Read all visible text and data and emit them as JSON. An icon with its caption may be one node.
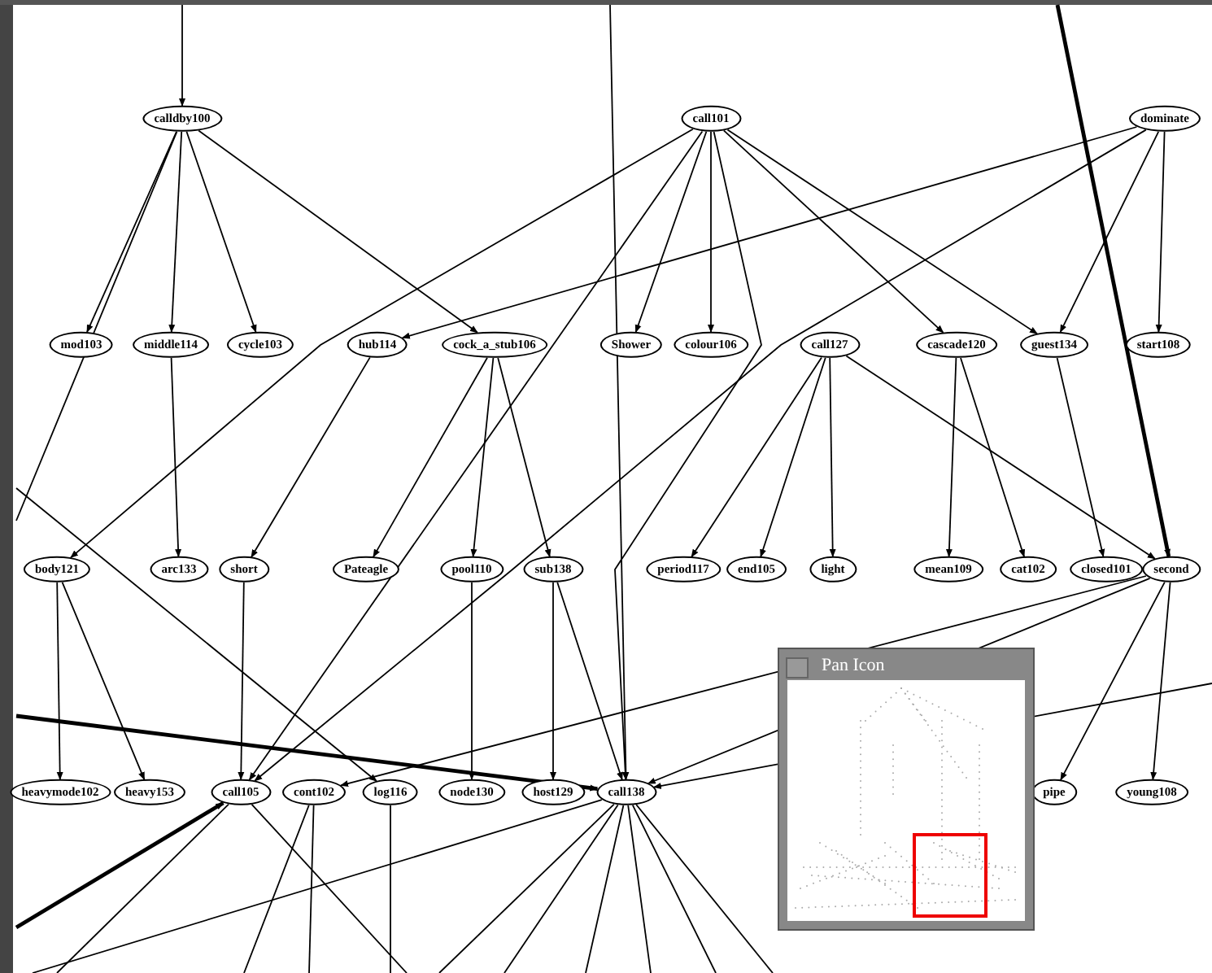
{
  "diagram": {
    "nodes": [
      {
        "text": [
          "calldby100"
        ]
      },
      {
        "text": [
          "call101"
        ]
      },
      {
        "text": [
          "dominate"
        ]
      },
      {
        "text": [
          "mod103"
        ]
      },
      {
        "text": [
          "middle114"
        ]
      },
      {
        "text": [
          "cycle103"
        ]
      },
      {
        "text": [
          "hub114"
        ]
      },
      {
        "text": [
          "cock_a_stub106"
        ]
      },
      {
        "text": [
          "Shower"
        ]
      },
      {
        "text": [
          "colour106"
        ]
      },
      {
        "text": [
          "call127"
        ]
      },
      {
        "text": [
          "cascade120"
        ]
      },
      {
        "text": [
          "guest134"
        ]
      },
      {
        "text": [
          "start108"
        ]
      },
      {
        "text": [
          "body121"
        ]
      },
      {
        "text": [
          "arc133"
        ]
      },
      {
        "text": [
          "short"
        ]
      },
      {
        "text": [
          "Pateagle"
        ]
      },
      {
        "text": [
          "pool110"
        ]
      },
      {
        "text": [
          "sub138"
        ]
      },
      {
        "text": [
          "period117"
        ]
      },
      {
        "text": [
          "end105"
        ]
      },
      {
        "text": [
          "light"
        ]
      },
      {
        "text": [
          "mean109"
        ]
      },
      {
        "text": [
          "cat102"
        ]
      },
      {
        "text": [
          "closed101"
        ]
      },
      {
        "text": [
          "second"
        ]
      },
      {
        "text": [
          "heavymode102"
        ]
      },
      {
        "text": [
          "heavy153"
        ]
      },
      {
        "text": [
          "call105"
        ]
      },
      {
        "text": [
          "cont102"
        ]
      },
      {
        "text": [
          "log116"
        ]
      },
      {
        "text": [
          "node130"
        ]
      },
      {
        "text": [
          "host129"
        ]
      },
      {
        "text": [
          "call138"
        ]
      },
      {
        "text": [
          "pipe"
        ]
      },
      {
        "text": [
          "young108"
        ]
      }
    ],
    "edges": [
      {
        "from": null,
        "to": 0,
        "arrow": "to"
      },
      {
        "from": 0,
        "to": 3,
        "arrow": "to"
      },
      {
        "from": 0,
        "to": 4,
        "arrow": "to"
      },
      {
        "from": 0,
        "to": 5,
        "arrow": "to"
      },
      {
        "from": 0,
        "to": 7,
        "arrow": "to"
      },
      {
        "from": 0,
        "to": null,
        "arrow": "none"
      },
      {
        "from": 1,
        "to": 8,
        "arrow": "to"
      },
      {
        "from": 1,
        "to": 9,
        "arrow": "to"
      },
      {
        "from": 1,
        "to": 11,
        "arrow": "to"
      },
      {
        "from": 1,
        "to": 12,
        "arrow": "to"
      },
      {
        "from": 1,
        "to": 14,
        "arrow": "to"
      },
      {
        "from": 1,
        "to": 29,
        "arrow": "to"
      },
      {
        "from": 1,
        "to": 34,
        "arrow": "to"
      },
      {
        "from": 2,
        "to": 12,
        "arrow": "to"
      },
      {
        "from": 2,
        "to": 13,
        "arrow": "to"
      },
      {
        "from": 2,
        "to": 6,
        "arrow": "to"
      },
      {
        "from": 2,
        "to": 29,
        "arrow": "to"
      },
      {
        "from": 4,
        "to": 15,
        "arrow": "to"
      },
      {
        "from": 6,
        "to": 16,
        "arrow": "to"
      },
      {
        "from": 7,
        "to": 17,
        "arrow": "to"
      },
      {
        "from": 7,
        "to": 18,
        "arrow": "to"
      },
      {
        "from": 7,
        "to": 19,
        "arrow": "to"
      },
      {
        "from": 10,
        "to": 20,
        "arrow": "to"
      },
      {
        "from": 10,
        "to": 21,
        "arrow": "to"
      },
      {
        "from": 10,
        "to": 22,
        "arrow": "to"
      },
      {
        "from": 10,
        "to": 26,
        "arrow": "to"
      },
      {
        "from": 11,
        "to": 23,
        "arrow": "to"
      },
      {
        "from": 11,
        "to": 24,
        "arrow": "to"
      },
      {
        "from": 12,
        "to": 25,
        "arrow": "to"
      },
      {
        "from": 14,
        "to": 27,
        "arrow": "to"
      },
      {
        "from": 14,
        "to": 28,
        "arrow": "to"
      },
      {
        "from": 16,
        "to": 29,
        "arrow": "to"
      },
      {
        "from": 18,
        "to": 32,
        "arrow": "to"
      },
      {
        "from": 19,
        "to": 33,
        "arrow": "to"
      },
      {
        "from": 19,
        "to": 34,
        "arrow": "to"
      },
      {
        "from": 26,
        "to": 34,
        "arrow": "to"
      },
      {
        "from": 26,
        "to": 35,
        "arrow": "to"
      },
      {
        "from": 26,
        "to": 36,
        "arrow": "to"
      },
      {
        "from": null,
        "to": 34,
        "arrow": "to",
        "style": "thick"
      },
      {
        "from": 26,
        "to": 30,
        "arrow": "to"
      },
      {
        "from": null,
        "to": 31,
        "arrow": "to"
      },
      {
        "from": null,
        "to": 34,
        "arrow": "to"
      },
      {
        "from": null,
        "to": 26,
        "arrow": "to",
        "style": "thick"
      },
      {
        "from": null,
        "to": 29,
        "arrow": "to",
        "style": "thick"
      },
      {
        "from": 29,
        "to": null,
        "arrow": "none"
      },
      {
        "from": 29,
        "to": null,
        "arrow": "none"
      },
      {
        "from": 30,
        "to": null,
        "arrow": "none"
      },
      {
        "from": 30,
        "to": null,
        "arrow": "none"
      },
      {
        "from": 31,
        "to": null,
        "arrow": "none"
      },
      {
        "from": 34,
        "to": null,
        "arrow": "none"
      },
      {
        "from": 34,
        "to": null,
        "arrow": "none"
      },
      {
        "from": 34,
        "to": null,
        "arrow": "none"
      },
      {
        "from": 34,
        "to": null,
        "arrow": "none"
      },
      {
        "from": 34,
        "to": null,
        "arrow": "none"
      },
      {
        "from": 34,
        "to": null,
        "arrow": "none"
      },
      {
        "from": 34,
        "to": null,
        "arrow": "none"
      },
      {
        "from": null,
        "to": 34,
        "arrow": "to"
      }
    ],
    "labels": [
      "Pan Icon"
    ]
  }
}
